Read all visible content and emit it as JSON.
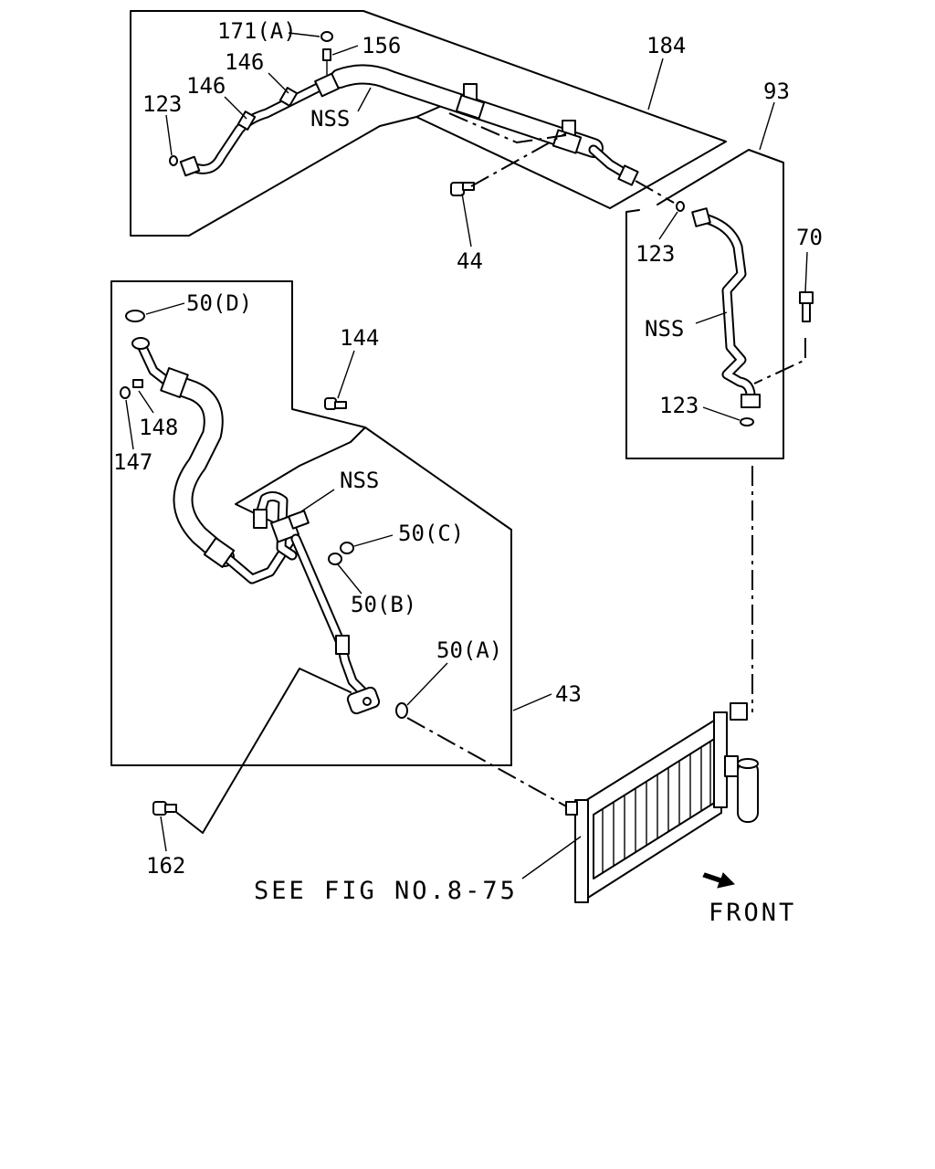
{
  "diagram": {
    "labels": {
      "p171a": "171(A)",
      "p156": "156",
      "p184": "184",
      "p146a": "146",
      "p146b": "146",
      "p123a": "123",
      "nss_top": "NSS",
      "p93": "93",
      "p44": "44",
      "p123b": "123",
      "p70": "70",
      "nss_right": "NSS",
      "p123c": "123",
      "p50d": "50(D)",
      "p144": "144",
      "p148": "148",
      "p147": "147",
      "nss_mid": "NSS",
      "p50c": "50(C)",
      "p50b": "50(B)",
      "p50a": "50(A)",
      "p43": "43",
      "p162": "162",
      "see_fig": "SEE FIG NO.8-75",
      "front": "FRONT"
    },
    "icons": {
      "front_arrow": "front-arrow-icon"
    }
  }
}
